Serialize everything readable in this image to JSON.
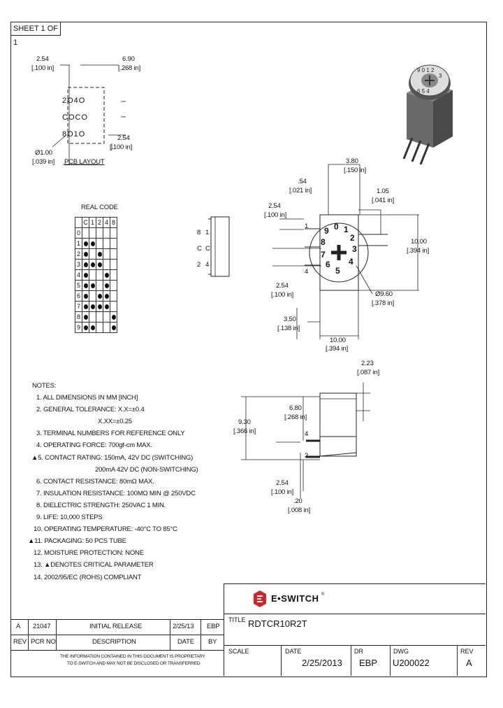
{
  "sheet": "SHEET 1 OF 1",
  "pcb": {
    "dim_left": "2.54",
    "dim_left_in": "[.100 in]",
    "dim_right": "6.90",
    "dim_right_in": "[.268 in]",
    "row1": "2O4O",
    "row2": "COCO",
    "row3": "8O1O",
    "pitch": "2.54",
    "pitch_in": "[.100 in]",
    "hole": "Ø1.00",
    "hole_in": "[.039 in]",
    "layout_label": "PCB LAYOUT"
  },
  "real_code": {
    "title": "REAL CODE",
    "headers": [
      "",
      "C",
      "1",
      "2",
      "4",
      "8"
    ],
    "rows": [
      {
        "label": "0",
        "dots": [
          false,
          false,
          false,
          false,
          false
        ]
      },
      {
        "label": "1",
        "dots": [
          true,
          true,
          false,
          false,
          false
        ]
      },
      {
        "label": "2",
        "dots": [
          true,
          false,
          true,
          false,
          false
        ]
      },
      {
        "label": "3",
        "dots": [
          true,
          true,
          true,
          false,
          false
        ]
      },
      {
        "label": "4",
        "dots": [
          true,
          false,
          false,
          true,
          false
        ]
      },
      {
        "label": "5",
        "dots": [
          true,
          true,
          false,
          true,
          false
        ]
      },
      {
        "label": "6",
        "dots": [
          true,
          false,
          true,
          true,
          false
        ]
      },
      {
        "label": "7",
        "dots": [
          true,
          true,
          true,
          true,
          false
        ]
      },
      {
        "label": "8",
        "dots": [
          true,
          false,
          false,
          false,
          true
        ]
      },
      {
        "label": "9",
        "dots": [
          true,
          true,
          false,
          false,
          true
        ]
      }
    ]
  },
  "side_pins": {
    "left": [
      "8",
      "C",
      "2"
    ],
    "right": [
      "1",
      "C",
      "4"
    ]
  },
  "top_view": {
    "d380": "3.80",
    "d380_in": "[.150 in]",
    "d054": ".54",
    "d054_in": "[.021 in]",
    "d254a": "2.54",
    "d254a_in": "[.100 in]",
    "d105": "1.05",
    "d105_in": "[.041 in]",
    "d1000v": "10.00",
    "d1000v_in": "[.394 in]",
    "d254b": "2.54",
    "d254b_in": "[.100 in]",
    "d960": "Ø9.60",
    "d960_in": "[.378 in]",
    "d350": "3.50",
    "d350_in": "[.138 in]",
    "d1000h": "10.00",
    "d1000h_in": "[.394 in]",
    "pin1": "1",
    "pin4": "4",
    "dial_digits": [
      "0",
      "1",
      "2",
      "3",
      "4",
      "5",
      "6",
      "7",
      "8",
      "9"
    ]
  },
  "side_view": {
    "d223": "2.23",
    "d223_in": "[.087 in]",
    "d680": "6.80",
    "d680_in": "[.268 in]",
    "d930": "9.30",
    "d930_in": "[.366 in]",
    "d254": "2.54",
    "d254_in": "[.100 in]",
    "d020": ".20",
    "d020_in": "[.008 in]",
    "pin4": "4",
    "pin2": "2"
  },
  "notes": {
    "title": "NOTES:",
    "items": [
      "1. ALL DIMENSIONS IN MM [INCH]",
      "2. GENERAL TOLERANCE: X.X=±0.4",
      "X.XX=±0.25",
      "3. TERMINAL NUMBERS FOR REFERENCE ONLY",
      "4. OPERATING FORCE: 700gf-cm MAX.",
      "▲5. CONTACT RATING: 150mA, 42V DC (SWITCHING)",
      "200mA 42V DC (NON-SWITCHING)",
      "6. CONTACT RESISTANCE: 80mΩ MAX.",
      "7. INSULATION RESISTANCE: 100MΩ MIN @ 250VDC",
      "8. DIELECTRIC STRENGTH: 250VAC 1 MIN.",
      "9. LIFE: 10,000 STEPS",
      "10. OPERATING TEMPERATURE: -40°C TO 85°C",
      "▲11. PACKAGING: 50 PCS TUBE",
      "12. MOISTURE PROTECTION: NONE",
      "13. ▲DENOTES CRITICAL PARAMETER",
      "14. 2002/95/EC (ROHS) COMPLIANT"
    ]
  },
  "revision": {
    "rev": "A",
    "pcr": "21047",
    "desc": "INITIAL RELEASE",
    "date": "2/25/13",
    "by": "EBP",
    "h_rev": "REV",
    "h_pcr": "PCR NO",
    "h_desc": "DESCRIPTION",
    "h_date": "DATE",
    "h_by": "BY",
    "disclaimer1": "THE INFORMATION CONTAINED IN THIS DOCUMENT IS PROPRIETARY",
    "disclaimer2": "TO E-SWITCH AND MAY NOT BE DISCLOSED OR TRANSFERRED"
  },
  "title_block": {
    "brand": "E•SWITCH",
    "brand_mark": "®",
    "title_label": "TITLE",
    "title": "RDTCR10R2T",
    "scale_label": "SCALE",
    "scale": "",
    "date_label": "DATE",
    "date": "2/25/2013",
    "dr_label": "DR",
    "dr": "EBP",
    "dwg_label": "DWG",
    "dwg": "U200022",
    "rev_label": "REV",
    "rev": "A"
  },
  "colors": {
    "brand_red": "#d2232a",
    "line": "#222222"
  }
}
